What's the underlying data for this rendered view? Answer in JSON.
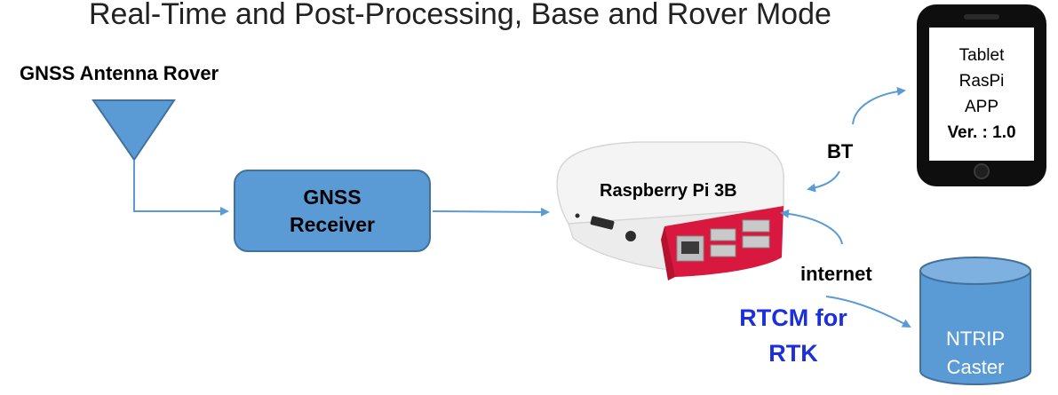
{
  "title": "Real-Time and Post-Processing, Base and Rover Mode",
  "antenna": {
    "label": "GNSS Antenna Rover"
  },
  "receiver": {
    "line1": "GNSS",
    "line2": "Receiver"
  },
  "raspberry_pi": {
    "label": "Raspberry Pi 3B"
  },
  "bluetooth": {
    "label": "BT"
  },
  "internet": {
    "label": "internet"
  },
  "rtcm": {
    "line1": "RTCM for",
    "line2": "RTK"
  },
  "tablet": {
    "line1": "Tablet",
    "line2": "RasPi",
    "line3": "APP",
    "line4": "Ver. : 1.0"
  },
  "caster": {
    "line1": "NTRIP",
    "line2": "Caster"
  },
  "colors": {
    "shape_fill": "#5b9bd5",
    "shape_stroke": "#41719c",
    "rtcm_text": "#1b2fdc",
    "raspberry_red": "#d8183f"
  },
  "icons": {
    "antenna": "antenna-triangle-icon",
    "raspberry_pi": "raspberry-pi-case-icon",
    "tablet": "smartphone-icon",
    "caster": "database-cylinder-icon"
  }
}
